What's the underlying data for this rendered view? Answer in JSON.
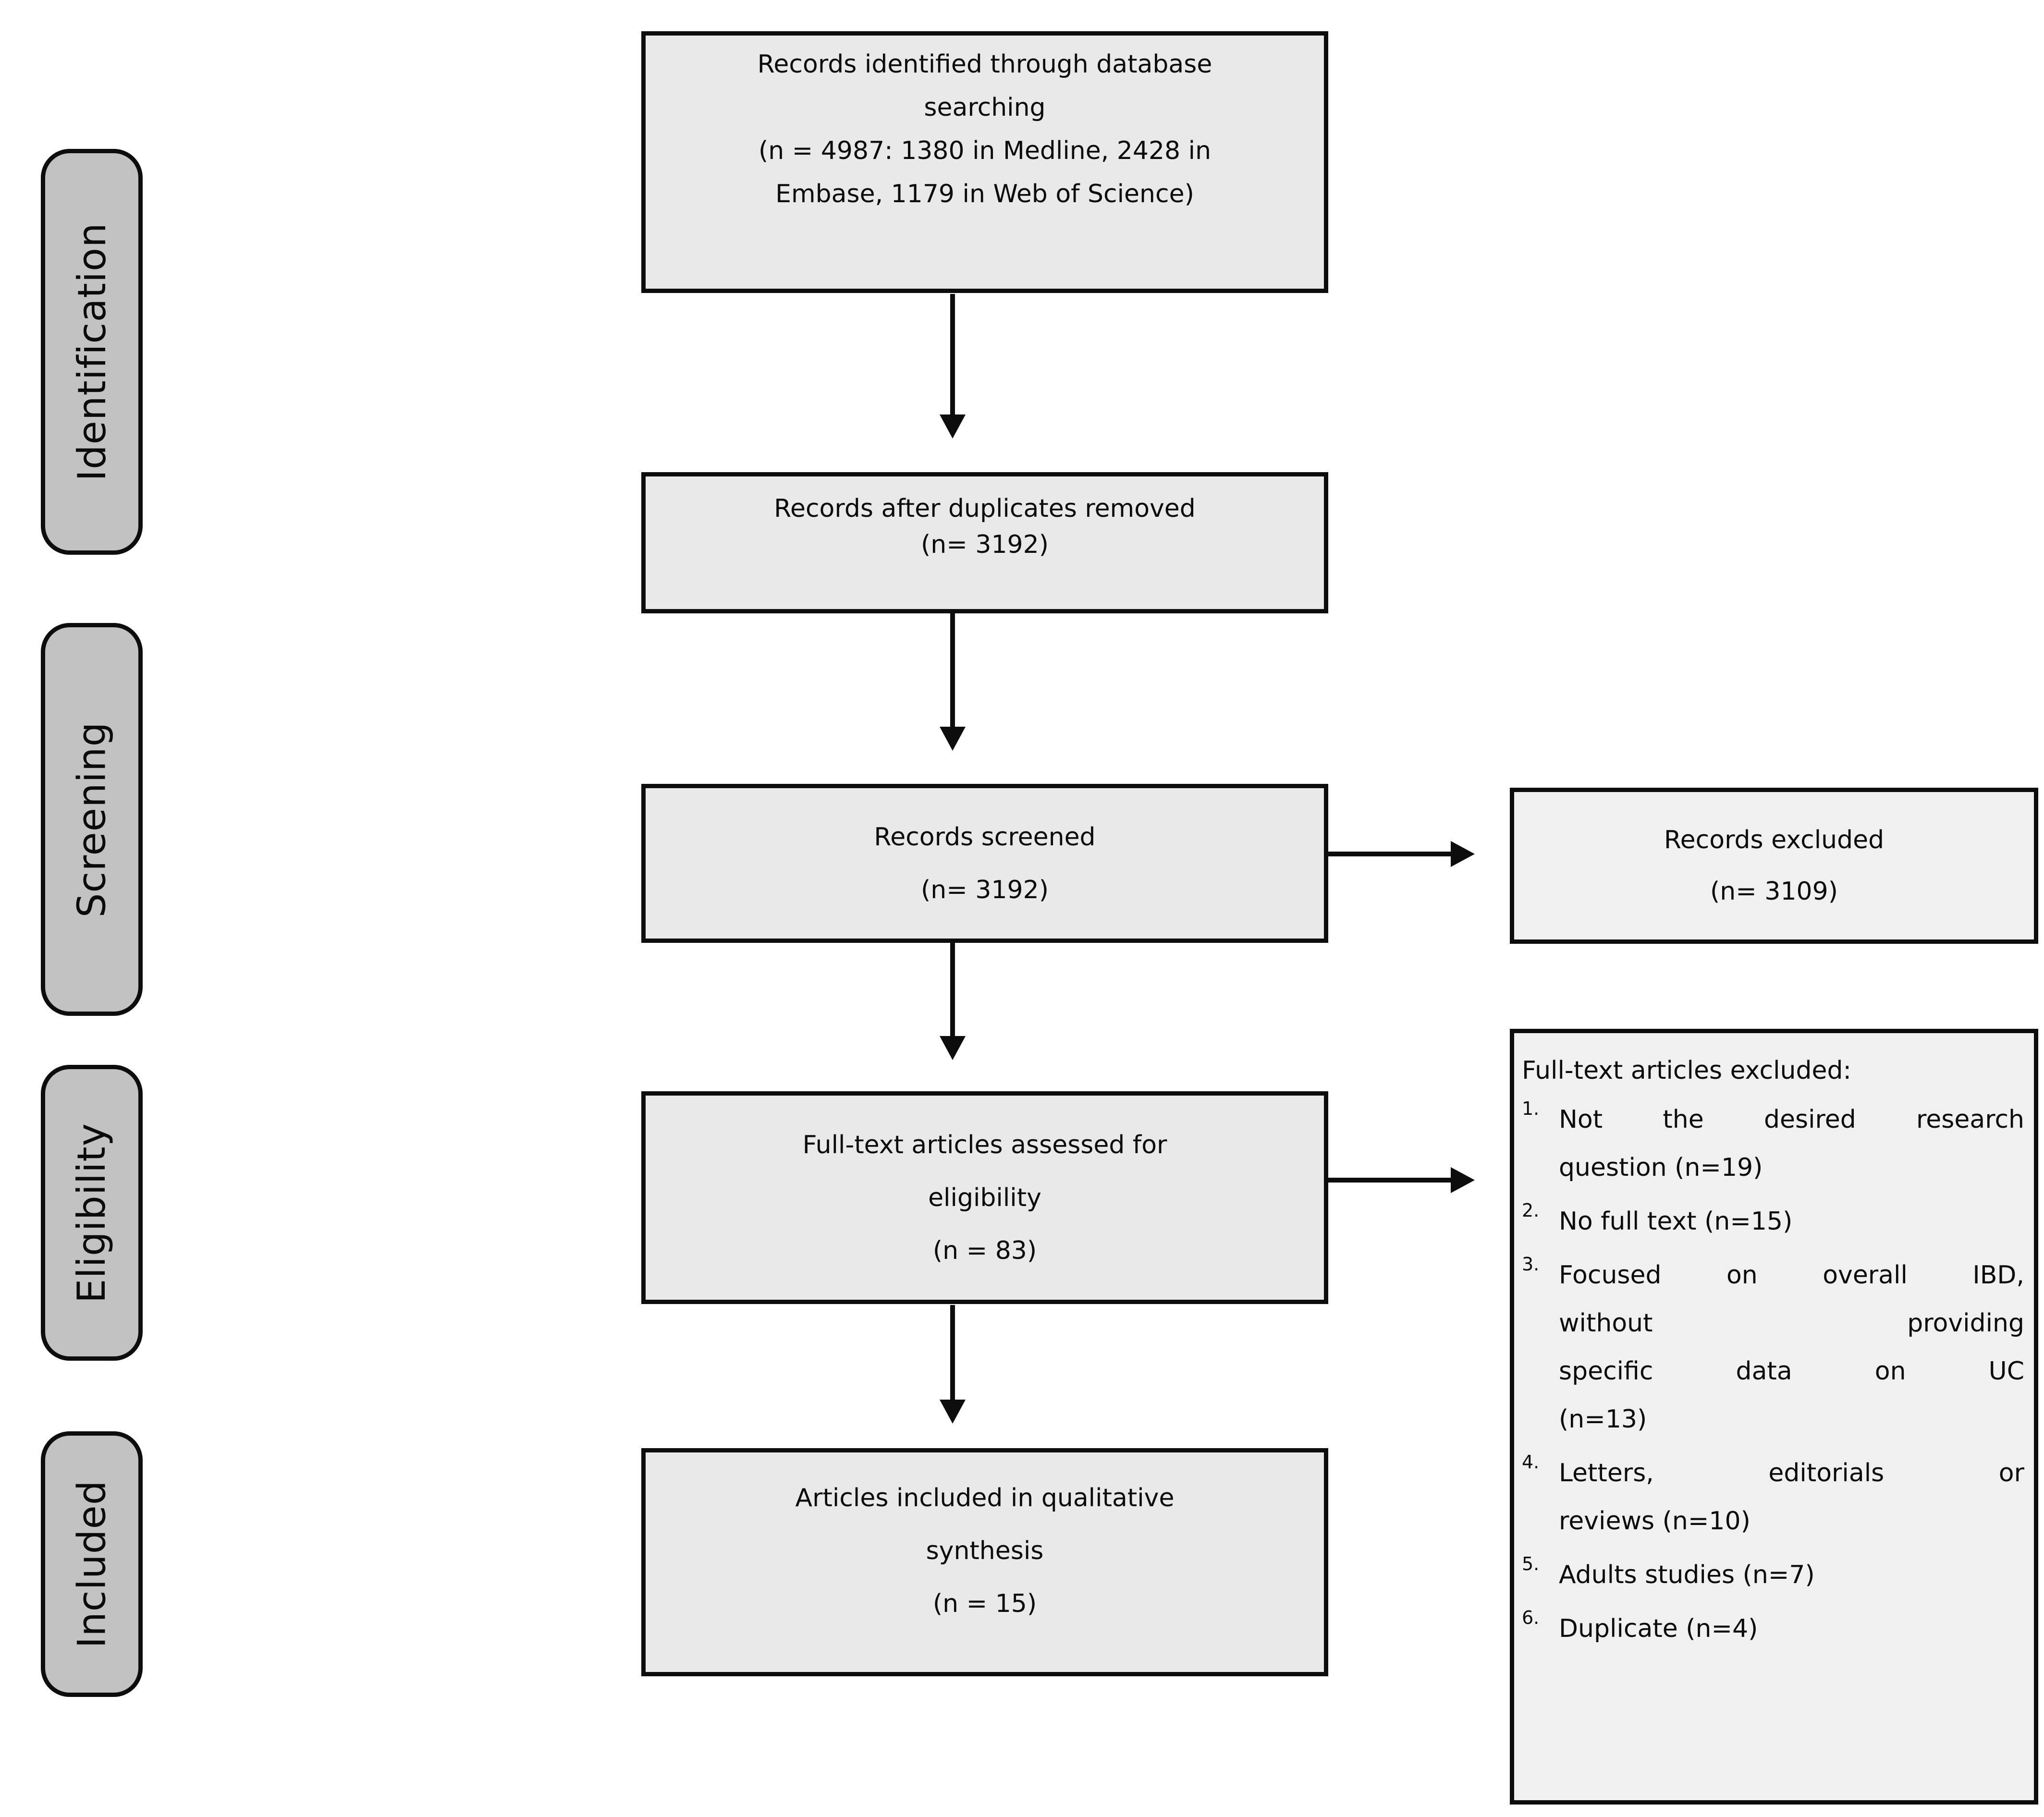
{
  "diagram": {
    "title": "PRISMA study selection flow diagram",
    "colors": {
      "flow_box_fill": "#e9e9e9",
      "side_box_fill": "#f0f0f0",
      "stage_label_fill": "#c2c2c2",
      "border": "#0d0d0d"
    },
    "stages": [
      {
        "label": "Identification"
      },
      {
        "label": "Screening"
      },
      {
        "label": "Eligibility"
      },
      {
        "label": "Included"
      }
    ],
    "flow_boxes": [
      {
        "name": "records-identified",
        "lines": [
          "Records identified through database",
          "searching",
          "(n = 4987: 1380 in Medline, 2428 in",
          "Embase, 1179 in Web of Science)"
        ]
      },
      {
        "name": "records-after-duplicates-removed",
        "lines": [
          "Records after duplicates removed",
          "(n= 3192)"
        ]
      },
      {
        "name": "records-screened",
        "lines": [
          "Records screened",
          "(n= 3192)"
        ]
      },
      {
        "name": "fulltext-assessed",
        "lines": [
          "Full-text articles assessed for",
          "eligibility",
          "(n = 83)"
        ]
      },
      {
        "name": "articles-included",
        "lines": [
          "Articles included in qualitative",
          "synthesis",
          "(n = 15)"
        ]
      }
    ],
    "records_excluded_box": {
      "lines": [
        "Records excluded",
        "(n= 3109)"
      ]
    },
    "fulltext_excluded_box": {
      "title": "Full-text articles excluded:",
      "items": [
        {
          "num": "1.",
          "lines": [
            "Not the desired research",
            "question (n=19)"
          ]
        },
        {
          "num": "2.",
          "lines": [
            "No full text (n=15)"
          ]
        },
        {
          "num": "3.",
          "lines": [
            "Focused on overall IBD,",
            "without providing",
            "specific data on UC",
            "(n=13)"
          ]
        },
        {
          "num": "4.",
          "lines": [
            "Letters, editorials or",
            "reviews (n=10)"
          ]
        },
        {
          "num": "5.",
          "lines": [
            "Adults studies (n=7)"
          ]
        },
        {
          "num": "6.",
          "lines": [
            "Duplicate (n=4)"
          ]
        }
      ]
    }
  }
}
